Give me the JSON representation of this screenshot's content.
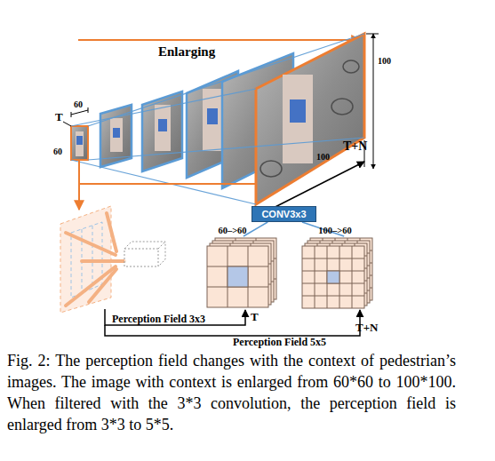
{
  "diagram": {
    "caption": "Fig. 2: The perception field changes with the context of pedestrian’s images. The image with context is enlarged from 60*60 to 100*100. When filtered with the 3*3 convolution, the perception field is enlarged from 3*3 to 5*5.",
    "nodes": [
      {
        "text": [
          "CONV3x3"
        ]
      },
      {
        "text": [
          "60–>60"
        ]
      },
      {
        "text": [
          "100–>60"
        ]
      }
    ],
    "edges": [
      {
        "from": 0,
        "to": 1,
        "arrow": "none"
      },
      {
        "from": 0,
        "to": 2,
        "arrow": "none"
      }
    ],
    "labels": [
      "Enlarging",
      "60",
      "T",
      "60",
      "100",
      "T+N",
      "100",
      "Perception Field 3x3",
      "T",
      "T+N",
      "Perception Field 5x5"
    ]
  }
}
